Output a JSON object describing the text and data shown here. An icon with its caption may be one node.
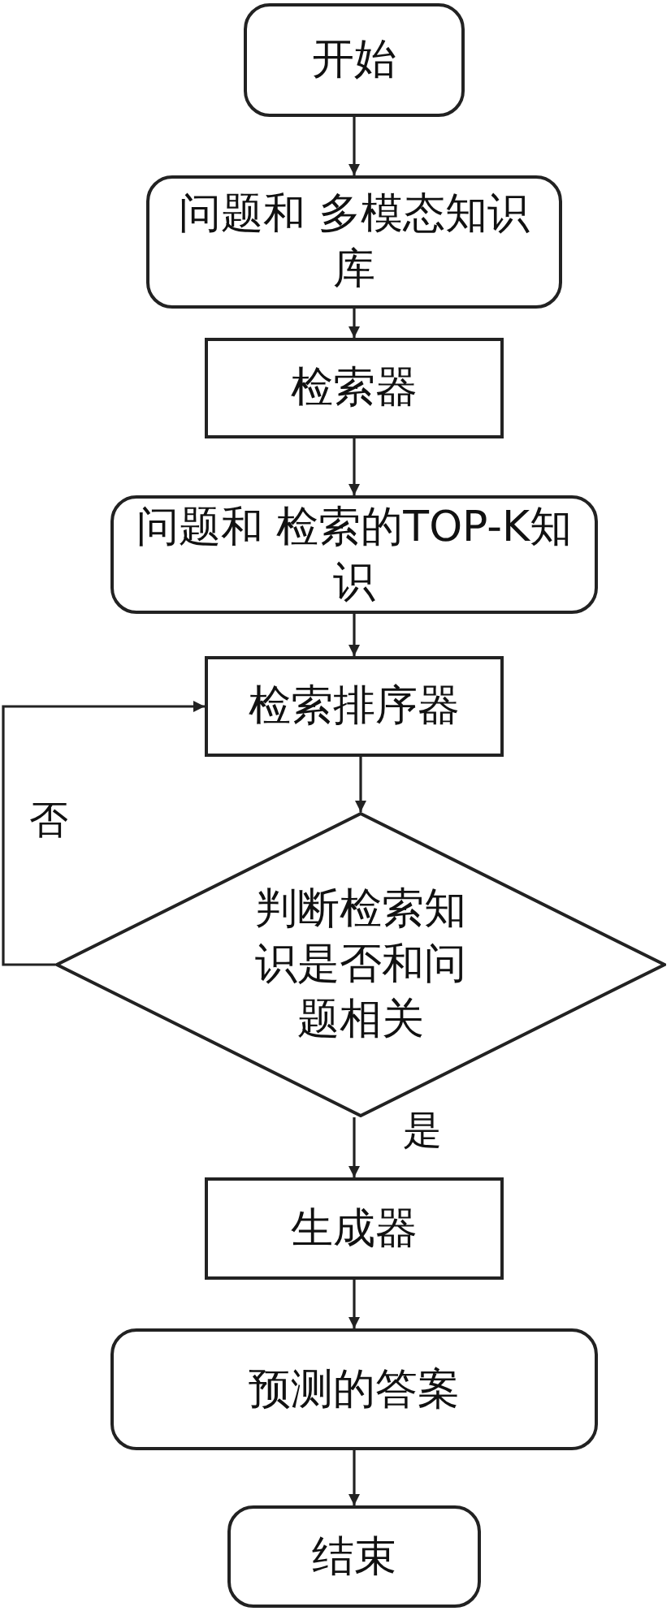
{
  "diagram": {
    "nodes": [
      {
        "text": [
          "开始"
        ]
      },
      {
        "text": [
          "问题和 多模态知识库"
        ]
      },
      {
        "text": [
          "检索器"
        ]
      },
      {
        "text": [
          "问题和 检索的TOP-K知识"
        ]
      },
      {
        "text": [
          "检索排序器"
        ]
      },
      {
        "text": [
          "判断检索知识是否和问题相关"
        ]
      },
      {
        "text": [
          "生成器"
        ]
      },
      {
        "text": [
          "预测的答案"
        ]
      },
      {
        "text": [
          "结束"
        ]
      }
    ],
    "edges": [
      {
        "from": 0,
        "to": 1,
        "arrow": "to"
      },
      {
        "from": 1,
        "to": 2,
        "arrow": "to"
      },
      {
        "from": 2,
        "to": 3,
        "arrow": "to"
      },
      {
        "from": 3,
        "to": 4,
        "arrow": "to"
      },
      {
        "from": 4,
        "to": 5,
        "arrow": "to"
      },
      {
        "from": 5,
        "to": 6,
        "label": "是",
        "arrow": "to"
      },
      {
        "from": 5,
        "to": 4,
        "label": "否",
        "arrow": "to"
      },
      {
        "from": 6,
        "to": 7,
        "arrow": "to"
      },
      {
        "from": 7,
        "to": 8,
        "arrow": "to"
      }
    ]
  }
}
